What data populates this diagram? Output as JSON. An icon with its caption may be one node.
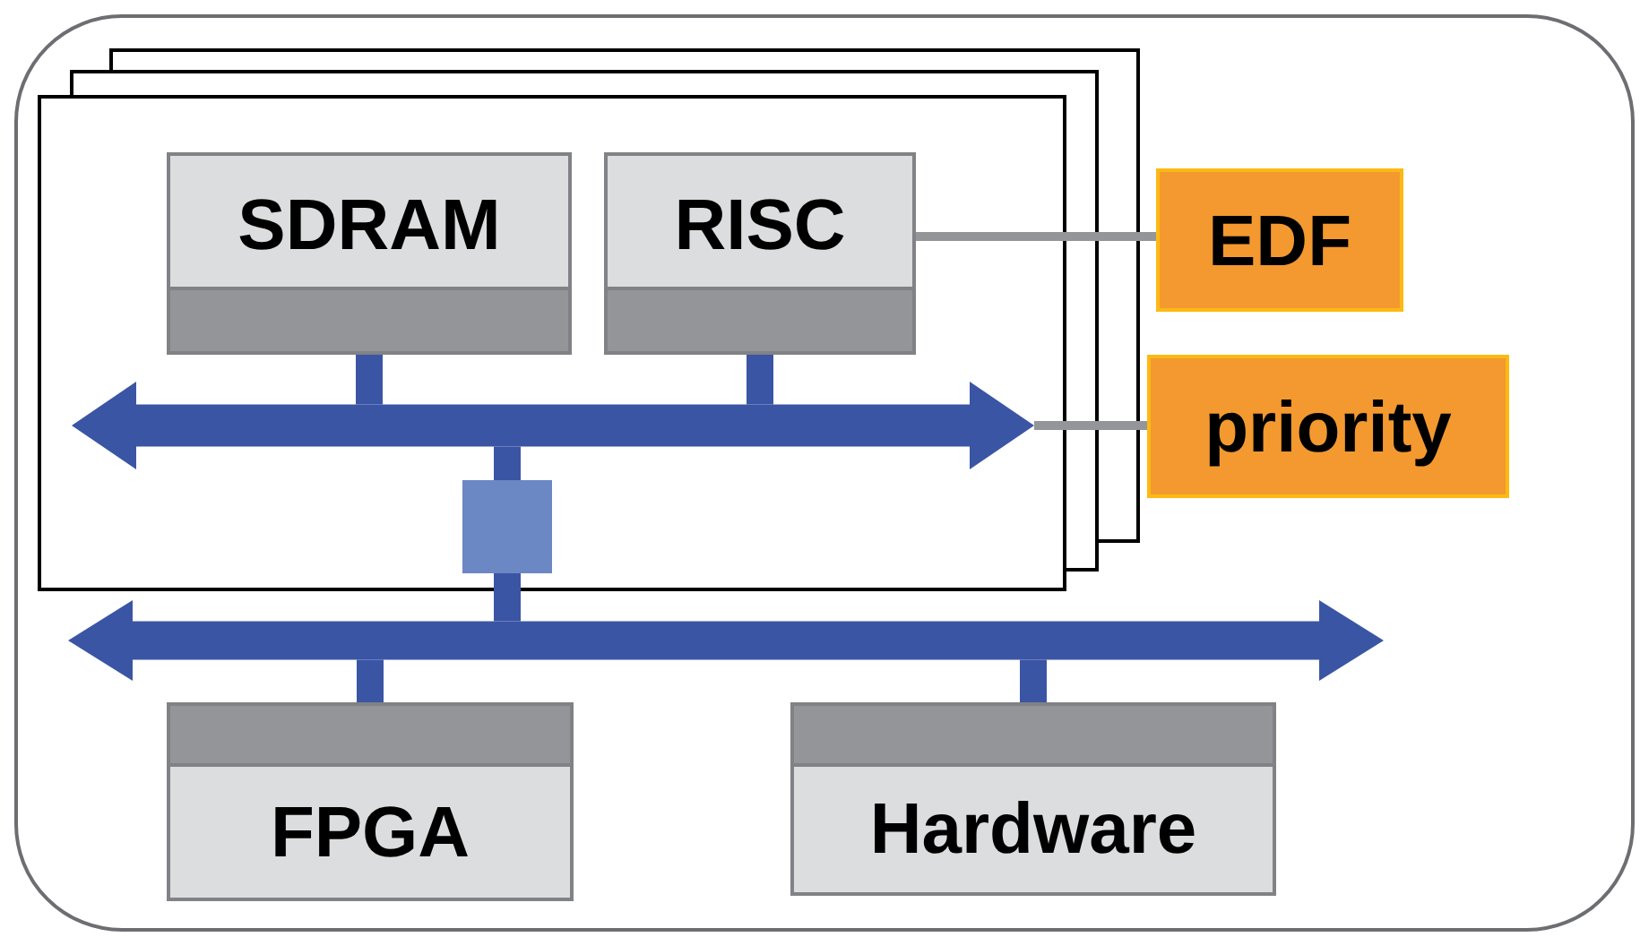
{
  "diagram": {
    "nodes": [
      {
        "text": [],
        "shape": "box"
      },
      {
        "text": [],
        "shape": "box",
        "in": 0
      },
      {
        "text": [
          "SDRAM"
        ],
        "in": 1
      },
      {
        "text": [
          "RISC"
        ],
        "in": 1
      },
      {
        "text": [],
        "shape": "bar",
        "in": 1
      },
      {
        "text": [],
        "shape": "box",
        "in": 1
      },
      {
        "text": [],
        "shape": "bar",
        "in": 0
      },
      {
        "text": [
          "FPGA"
        ],
        "in": 0
      },
      {
        "text": [
          "Hardware"
        ],
        "in": 0
      },
      {
        "text": [
          "EDF"
        ],
        "in": 0
      },
      {
        "text": [
          "priority"
        ],
        "in": 0
      }
    ],
    "edges": [
      {
        "from": 2,
        "to": 4,
        "arrow": "none"
      },
      {
        "from": 3,
        "to": 4,
        "arrow": "none"
      },
      {
        "from": 4,
        "to": 5,
        "arrow": "none"
      },
      {
        "from": 5,
        "to": 6,
        "arrow": "none"
      },
      {
        "from": 6,
        "to": 7,
        "arrow": "none"
      },
      {
        "from": 6,
        "to": 8,
        "arrow": "none"
      },
      {
        "from": 3,
        "to": 9,
        "arrow": "none",
        "color": "#939598"
      },
      {
        "from": 4,
        "to": 10,
        "arrow": "none",
        "color": "#939598"
      }
    ]
  }
}
